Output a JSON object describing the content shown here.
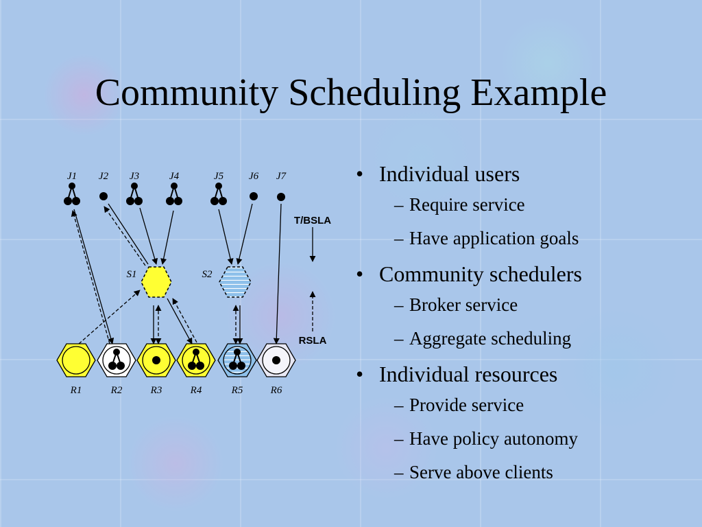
{
  "slide": {
    "title": "Community Scheduling Example"
  },
  "diagram": {
    "jobs": [
      "J1",
      "J2",
      "J3",
      "J4",
      "J5",
      "J6",
      "J7"
    ],
    "schedulers": [
      "S1",
      "S2"
    ],
    "resources": [
      "R1",
      "R2",
      "R3",
      "R4",
      "R5",
      "R6"
    ],
    "sla_labels": {
      "top": "T/BSLA",
      "bottom": "RSLA"
    },
    "colors": {
      "yellow": "#ffff33",
      "blue": "#8ec0ea",
      "white": "#ffffff",
      "black": "#000000"
    }
  },
  "bullets": [
    {
      "text": "Individual users",
      "sub": [
        "Require service",
        "Have application goals"
      ]
    },
    {
      "text": "Community schedulers",
      "sub": [
        "Broker service",
        "Aggregate scheduling"
      ]
    },
    {
      "text": "Individual resources",
      "sub": [
        "Provide service",
        "Have policy autonomy",
        "Serve above clients"
      ]
    }
  ]
}
